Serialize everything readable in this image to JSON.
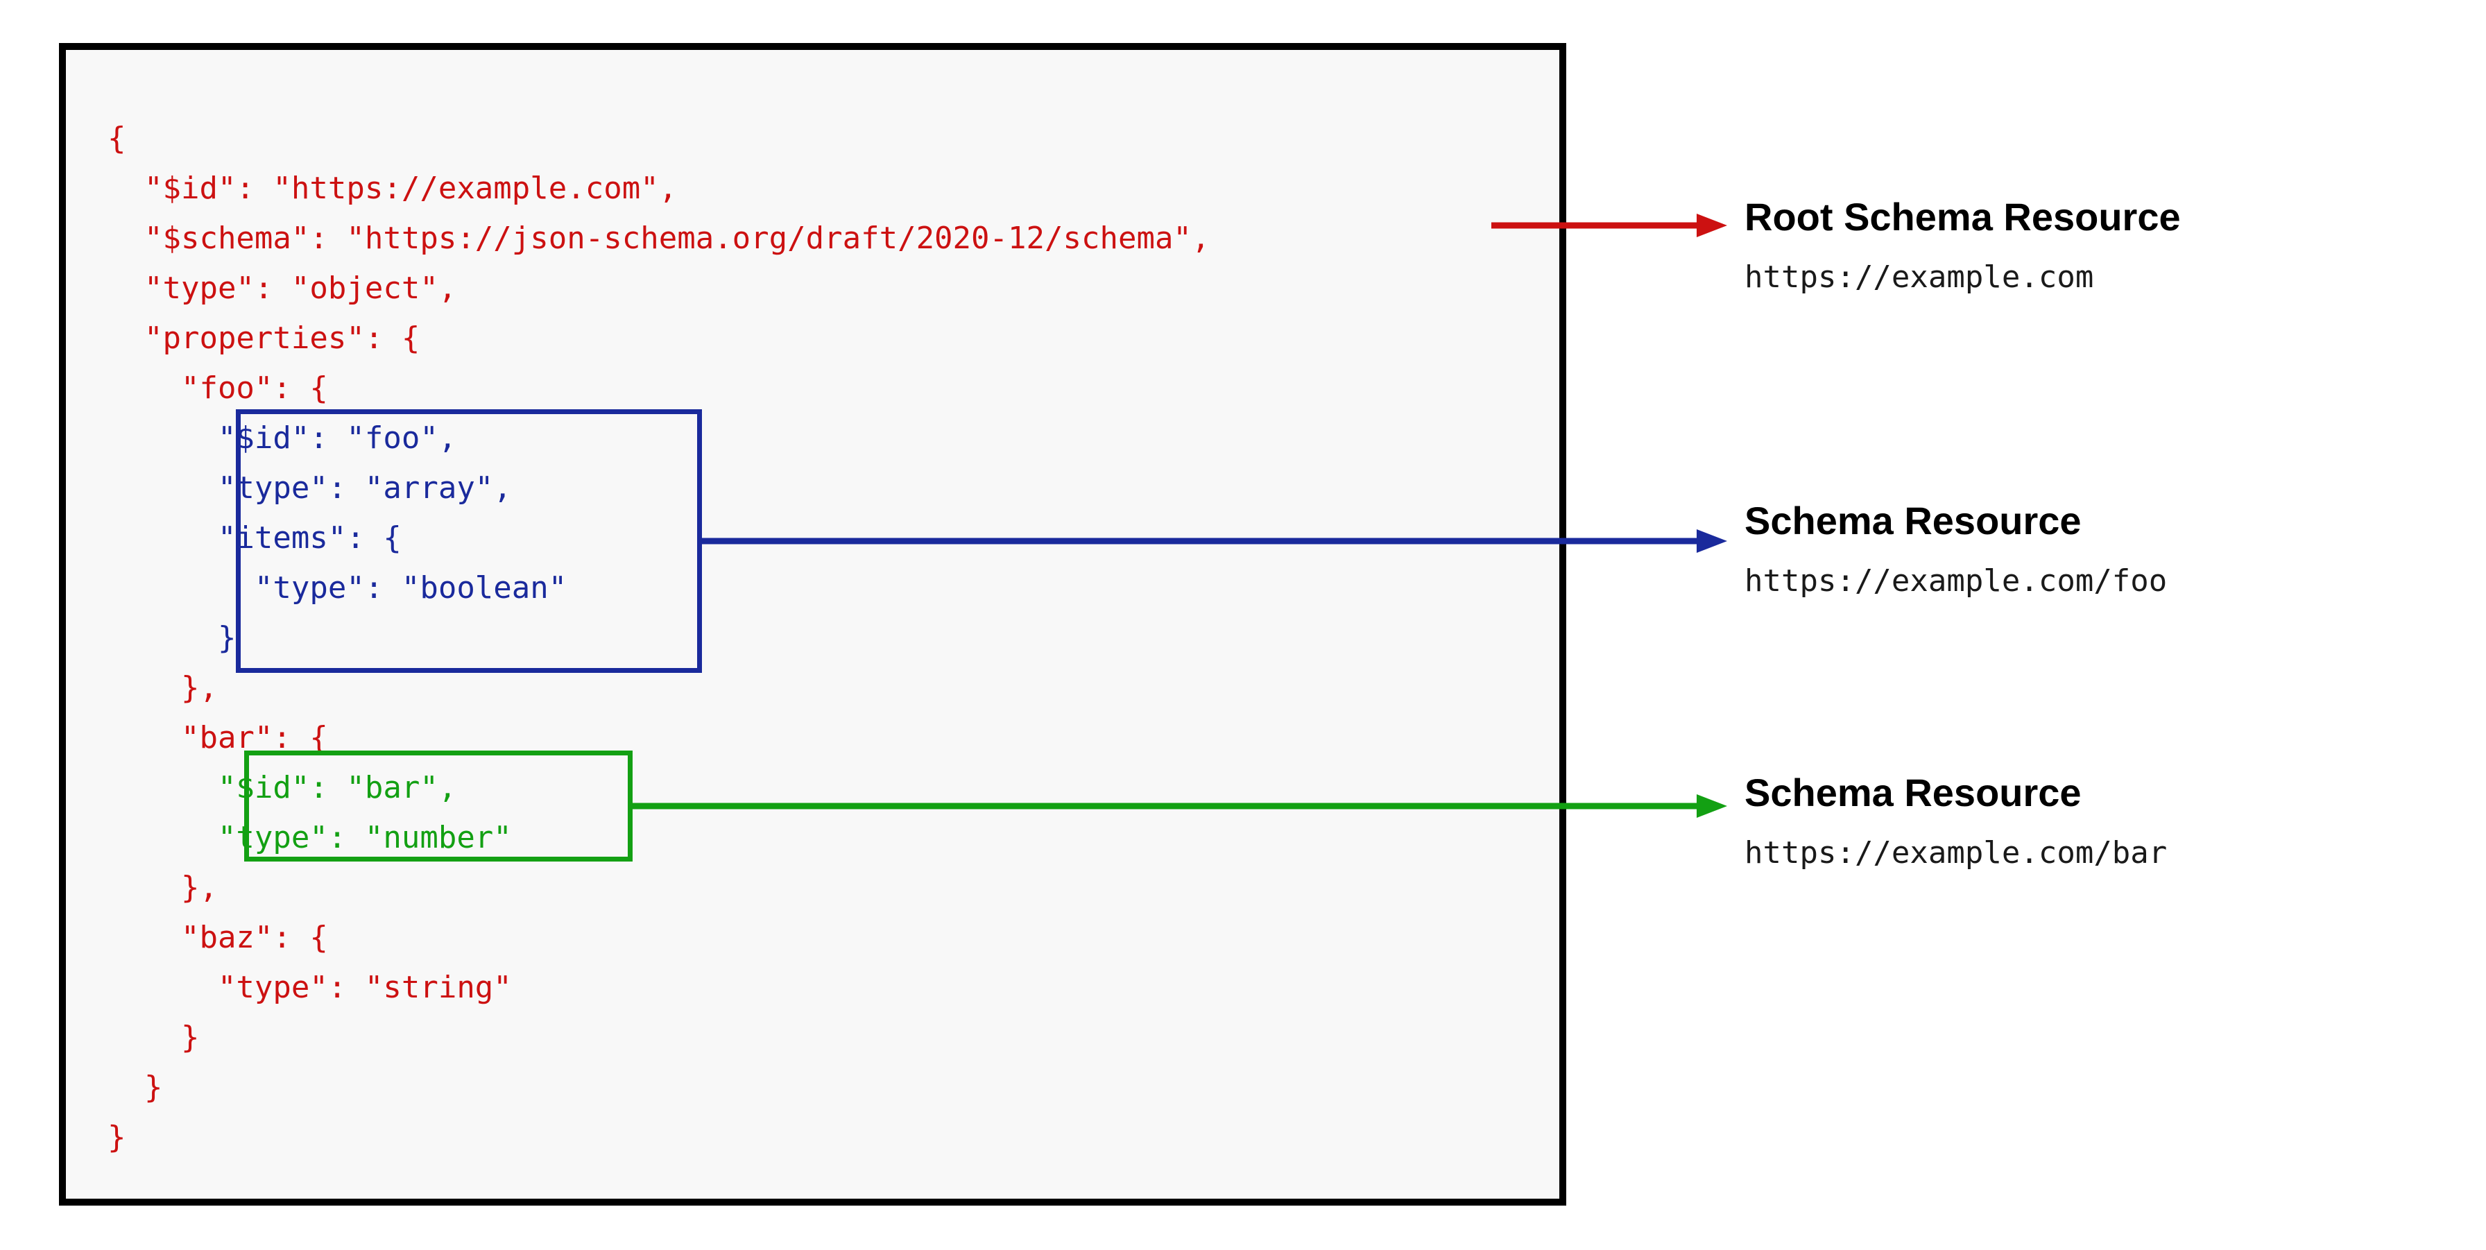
{
  "diagram": {
    "title": "JSON Schema Resources",
    "colors": {
      "root_schema": "#cc1111",
      "foo_schema": "#1a2a9c",
      "bar_schema": "#13a013",
      "panel_border": "#000000",
      "panel_background": "#f8f8f8"
    }
  },
  "code": {
    "lines": [
      {
        "text": "{",
        "color": "red"
      },
      {
        "text": "  \"$id\": \"https://example.com\",",
        "color": "red"
      },
      {
        "text": "  \"$schema\": \"https://json-schema.org/draft/2020-12/schema\",",
        "color": "red"
      },
      {
        "text": "  \"type\": \"object\",",
        "color": "red"
      },
      {
        "text": "  \"properties\": {",
        "color": "red"
      },
      {
        "text": "    \"foo\": {",
        "color": "red"
      },
      {
        "text": "      \"$id\": \"foo\",",
        "color": "blue"
      },
      {
        "text": "      \"type\": \"array\",",
        "color": "blue"
      },
      {
        "text": "      \"items\": {",
        "color": "blue"
      },
      {
        "text": "        \"type\": \"boolean\"",
        "color": "blue"
      },
      {
        "text": "      }",
        "color": "blue"
      },
      {
        "text": "    },",
        "color": "red"
      },
      {
        "text": "    \"bar\": {",
        "color": "red"
      },
      {
        "text": "      \"$id\": \"bar\",",
        "color": "green"
      },
      {
        "text": "      \"type\": \"number\"",
        "color": "green"
      },
      {
        "text": "    },",
        "color": "red"
      },
      {
        "text": "    \"baz\": {",
        "color": "red"
      },
      {
        "text": "      \"type\": \"string\"",
        "color": "red"
      },
      {
        "text": "    }",
        "color": "red"
      },
      {
        "text": "  }",
        "color": "red"
      },
      {
        "text": "}",
        "color": "red"
      }
    ]
  },
  "annotations": [
    {
      "id": "root",
      "title": "Root Schema Resource",
      "url": "https://example.com",
      "arrow_color": "#cc1111"
    },
    {
      "id": "foo",
      "title": "Schema Resource",
      "url": "https://example.com/foo",
      "arrow_color": "#1a2a9c"
    },
    {
      "id": "bar",
      "title": "Schema Resource",
      "url": "https://example.com/bar",
      "arrow_color": "#13a013"
    }
  ]
}
